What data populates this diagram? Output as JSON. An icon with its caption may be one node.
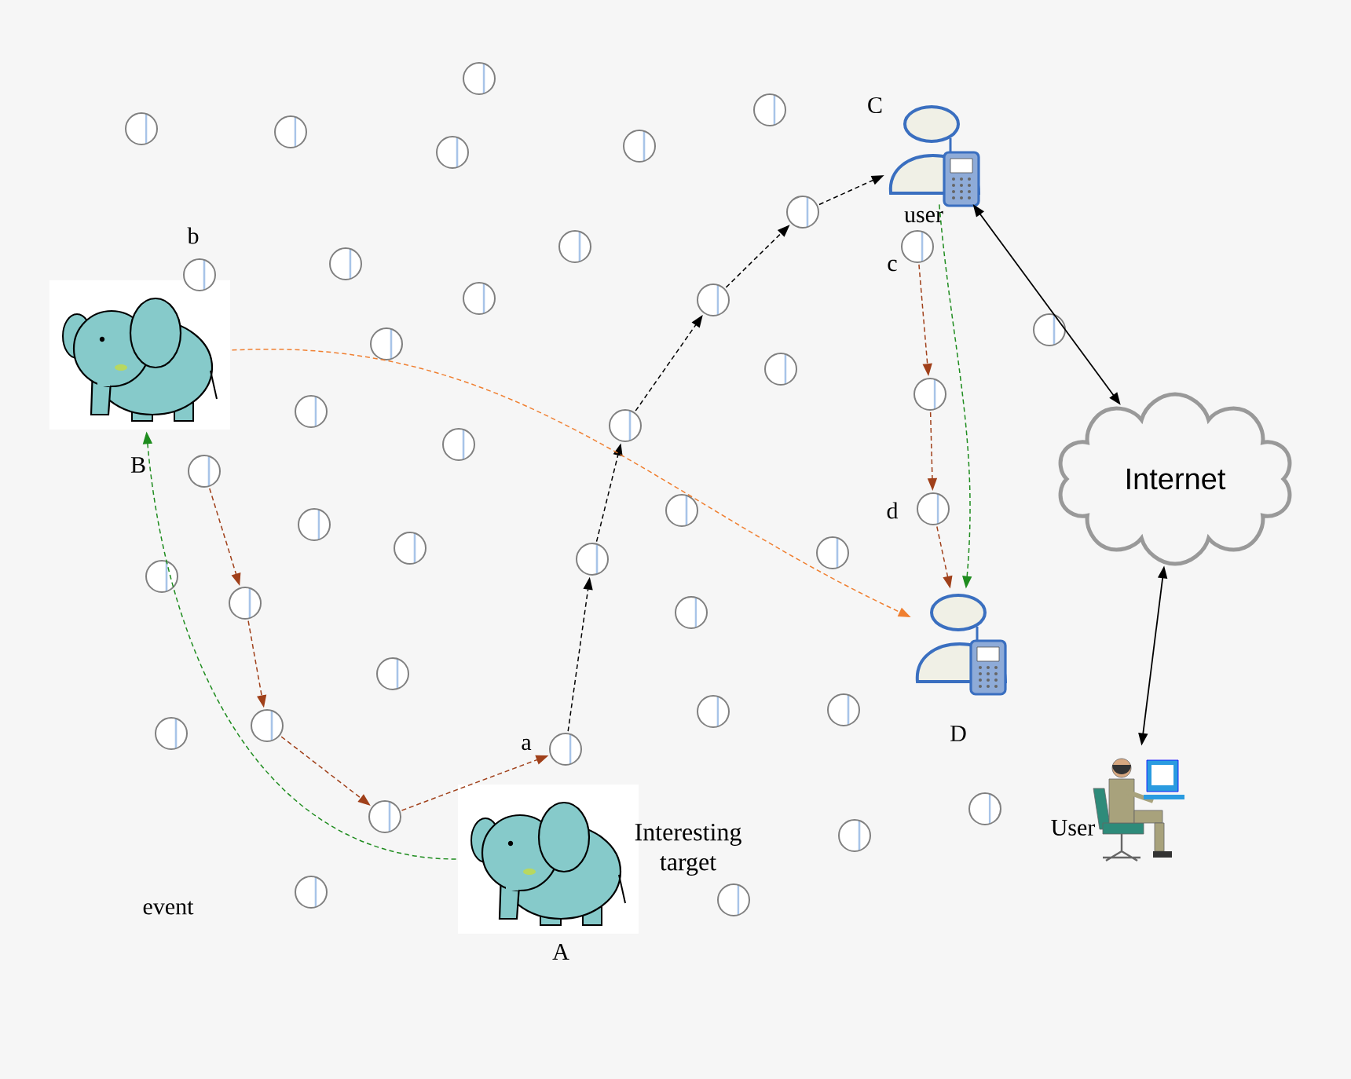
{
  "diagram": {
    "nodes": [
      {
        "text": [
          "C",
          "user"
        ]
      },
      {
        "text": [
          "B"
        ]
      },
      {
        "text": [
          "Internet"
        ]
      },
      {
        "text": [
          "D"
        ]
      },
      {
        "text": [
          "A"
        ],
        "beside": [
          "Interesting target"
        ]
      },
      {
        "text": [
          "User"
        ]
      },
      {
        "text": [],
        "shape": "circle"
      },
      {
        "text": [],
        "shape": "circle"
      },
      {
        "text": [],
        "shape": "circle"
      },
      {
        "text": [],
        "shape": "circle"
      },
      {
        "text": [],
        "shape": "circle"
      },
      {
        "text": [],
        "shape": "circle"
      },
      {
        "text": [],
        "shape": "circle",
        "beside": [
          "b"
        ]
      },
      {
        "text": [],
        "shape": "circle"
      },
      {
        "text": [],
        "shape": "circle"
      },
      {
        "text": [],
        "shape": "circle"
      },
      {
        "text": [],
        "shape": "circle"
      },
      {
        "text": [],
        "shape": "circle"
      },
      {
        "text": [],
        "shape": "circle"
      },
      {
        "text": [],
        "shape": "circle",
        "beside": [
          "c"
        ]
      },
      {
        "text": [],
        "shape": "circle"
      },
      {
        "text": [],
        "shape": "circle"
      },
      {
        "text": [],
        "shape": "circle"
      },
      {
        "text": [],
        "shape": "circle"
      },
      {
        "text": [],
        "shape": "circle"
      },
      {
        "text": [],
        "shape": "circle"
      },
      {
        "text": [],
        "shape": "circle"
      },
      {
        "text": [],
        "shape": "circle"
      },
      {
        "text": [],
        "shape": "circle"
      },
      {
        "text": [],
        "shape": "circle"
      },
      {
        "text": [],
        "shape": "circle",
        "beside": [
          "d"
        ]
      },
      {
        "text": [],
        "shape": "circle"
      },
      {
        "text": [],
        "shape": "circle"
      },
      {
        "text": [],
        "shape": "circle"
      },
      {
        "text": [],
        "shape": "circle"
      },
      {
        "text": [],
        "shape": "circle"
      },
      {
        "text": [],
        "shape": "circle"
      },
      {
        "text": [],
        "shape": "circle"
      },
      {
        "text": [],
        "shape": "circle"
      },
      {
        "text": [],
        "shape": "circle"
      },
      {
        "text": [],
        "shape": "circle"
      },
      {
        "text": [],
        "shape": "circle",
        "beside": [
          "a"
        ]
      },
      {
        "text": [],
        "shape": "circle"
      },
      {
        "text": [],
        "shape": "circle"
      },
      {
        "text": [],
        "shape": "circle"
      },
      {
        "text": [],
        "shape": "circle"
      },
      {
        "text": [],
        "shape": "circle"
      }
    ],
    "edges": [
      {
        "from": 26,
        "to": 32,
        "arrow": "to",
        "style": "dashed",
        "color": "#a0401a"
      },
      {
        "from": 32,
        "to": 37,
        "arrow": "to",
        "style": "dashed",
        "color": "#a0401a"
      },
      {
        "from": 37,
        "to": 42,
        "arrow": "to",
        "style": "dashed",
        "color": "#a0401a"
      },
      {
        "from": 42,
        "to": 41,
        "arrow": "to",
        "style": "dashed",
        "color": "#a0401a"
      },
      {
        "from": 41,
        "to": 33,
        "arrow": "to",
        "style": "dashed",
        "color": "#000000"
      },
      {
        "from": 33,
        "to": 24,
        "arrow": "to",
        "style": "dashed",
        "color": "#000000"
      },
      {
        "from": 24,
        "to": 18,
        "arrow": "to",
        "style": "dashed",
        "color": "#000000"
      },
      {
        "from": 18,
        "to": 15,
        "arrow": "to",
        "style": "dashed",
        "color": "#000000"
      },
      {
        "from": 15,
        "to": 0,
        "arrow": "to",
        "style": "dashed",
        "color": "#000000"
      },
      {
        "from": 19,
        "to": 25,
        "arrow": "to",
        "style": "dashed",
        "color": "#a0401a"
      },
      {
        "from": 25,
        "to": 30,
        "arrow": "to",
        "style": "dashed",
        "color": "#a0401a"
      },
      {
        "from": 30,
        "to": 3,
        "arrow": "to",
        "style": "dashed",
        "color": "#a0401a"
      },
      {
        "from": 4,
        "to": 1,
        "arrow": "to",
        "style": "dashed",
        "color": "#1e8c1e"
      },
      {
        "from": 1,
        "to": 3,
        "arrow": "to",
        "style": "dashed",
        "color": "#f07f30"
      },
      {
        "from": 0,
        "to": 3,
        "arrow": "to",
        "style": "dashed",
        "color": "#1e8c1e"
      },
      {
        "from": 0,
        "to": 2,
        "arrow": "both",
        "color": "#000000"
      },
      {
        "from": 2,
        "to": 5,
        "arrow": "both",
        "color": "#000000"
      }
    ],
    "labels": [
      "event"
    ]
  }
}
